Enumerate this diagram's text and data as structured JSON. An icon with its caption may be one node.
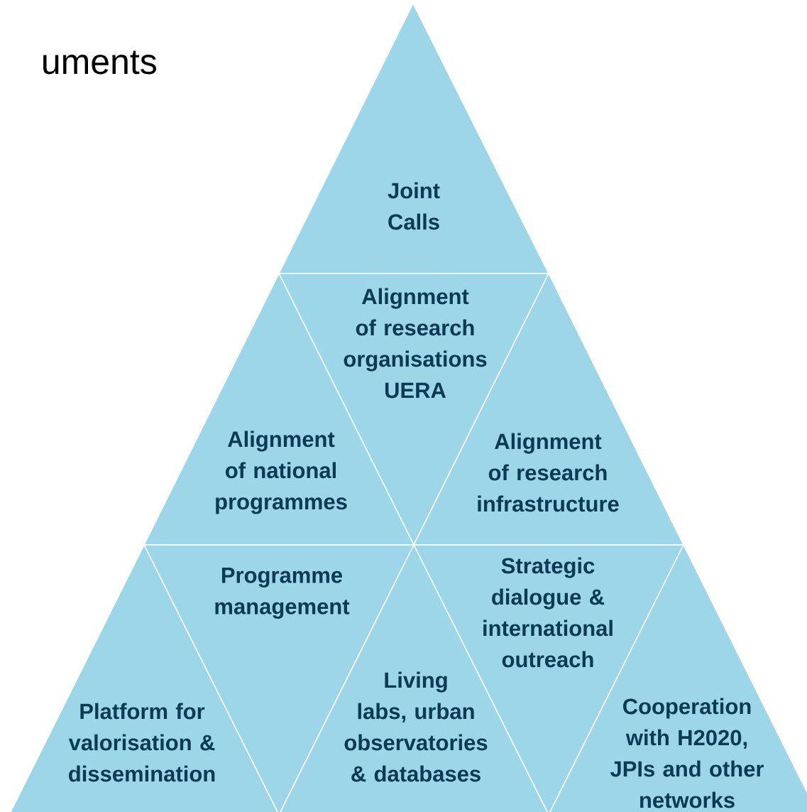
{
  "diagram": {
    "title": "uments",
    "nodes": [
      {
        "text": [
          "Joint Calls"
        ]
      },
      {
        "text": [
          "Alignment of research organisations UERA"
        ]
      },
      {
        "text": [
          "Alignment of national programmes"
        ]
      },
      {
        "text": [
          "Alignment of research infrastructure"
        ]
      },
      {
        "text": [
          "Programme management"
        ]
      },
      {
        "text": [
          "Strategic dialogue & international outreach"
        ]
      },
      {
        "text": [
          "Platform for valorisation & dissemination"
        ]
      },
      {
        "text": [
          "Living labs, urban observatories & databases"
        ]
      },
      {
        "text": [
          "Cooperation with H2020, JPIs and other networks"
        ]
      }
    ]
  }
}
